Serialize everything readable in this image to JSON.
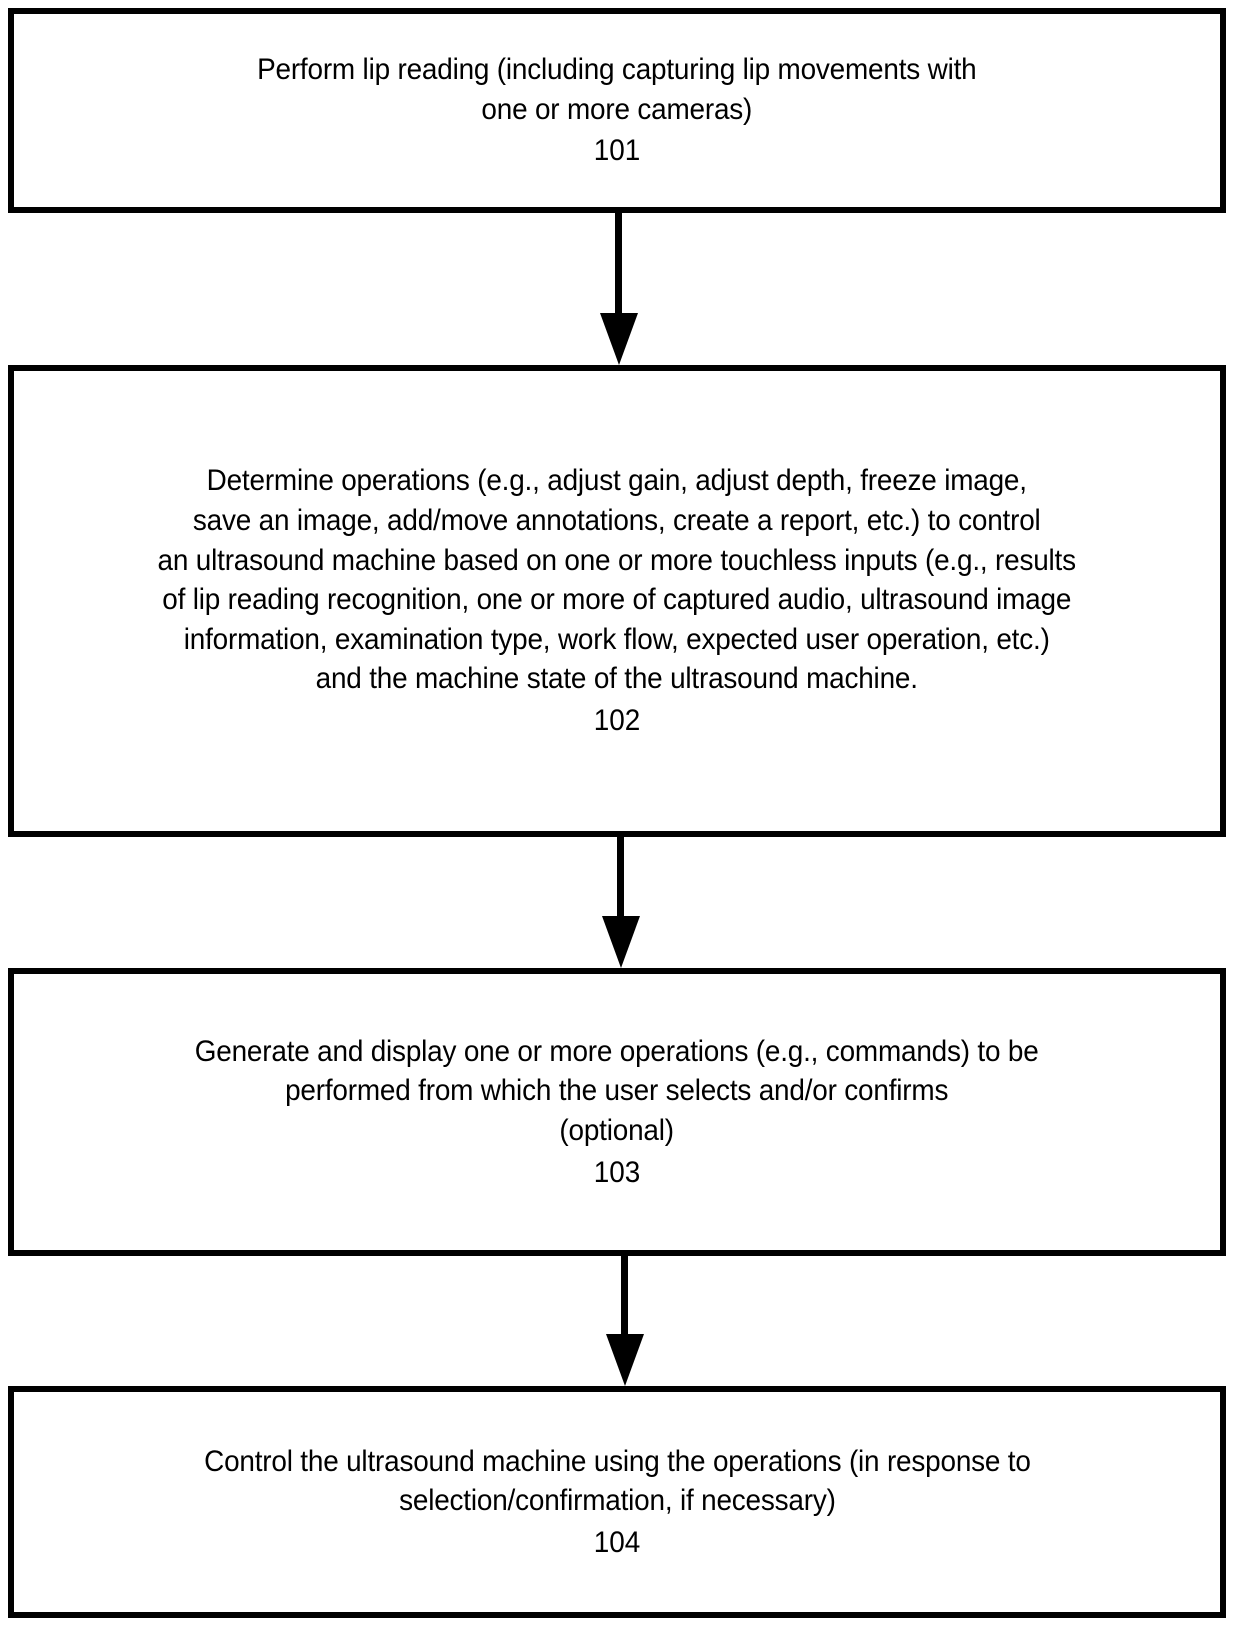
{
  "figure": {
    "type": "process-flowchart",
    "orientation": "top-to-bottom",
    "background_color": "#ffffff",
    "line_color": "#000000",
    "text_color": "#000000"
  },
  "nodes": [
    {
      "id": "101",
      "shape": "rectangle",
      "text": "Perform lip reading (including capturing lip movements with\none or more cameras)",
      "reference_numeral": "101"
    },
    {
      "id": "102",
      "shape": "rectangle",
      "text": "Determine operations (e.g., adjust gain, adjust depth, freeze image,\nsave an image, add/move annotations, create a report, etc.) to control\nan ultrasound machine based on one or more touchless inputs (e.g., results\nof lip reading recognition, one or more of captured audio, ultrasound image\ninformation, examination type, work flow, expected user operation, etc.)\nand the machine state of the ultrasound machine.",
      "reference_numeral": "102"
    },
    {
      "id": "103",
      "shape": "rectangle",
      "text": "Generate and display one or more operations (e.g., commands) to be\nperformed from which the user selects and/or confirms\n(optional)",
      "reference_numeral": "103"
    },
    {
      "id": "104",
      "shape": "rectangle",
      "text": "Control the ultrasound machine using the operations (in response to\nselection/confirmation, if necessary)",
      "reference_numeral": "104"
    }
  ],
  "connectors": [
    {
      "id": "101-102",
      "from": "101",
      "to": "102",
      "style": "solid-arrow-down"
    },
    {
      "id": "102-103",
      "from": "102",
      "to": "103",
      "style": "solid-arrow-down"
    },
    {
      "id": "103-104",
      "from": "103",
      "to": "104",
      "style": "solid-arrow-down"
    }
  ]
}
